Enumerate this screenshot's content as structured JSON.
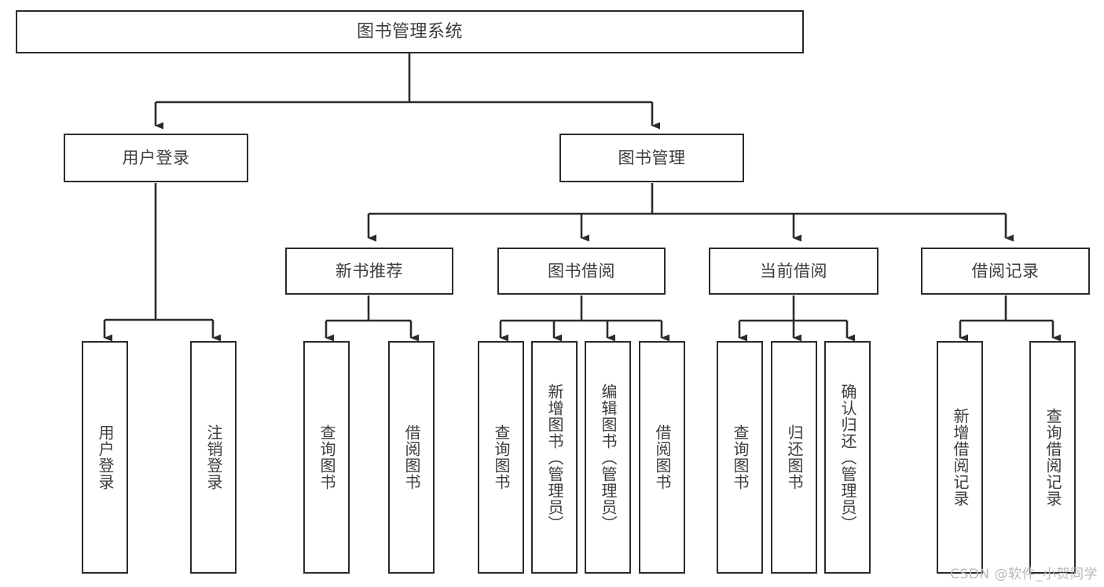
{
  "diagram": {
    "title": "图书管理系统",
    "type": "tree-hierarchy-diagram",
    "stroke_color": "#2b2b2b",
    "text_color": "#3d3d3d",
    "background_color": "#ffffff",
    "nodes": {
      "root": {
        "label": "图书管理系统"
      },
      "level2": [
        {
          "id": "user-login",
          "label": "用户登录"
        },
        {
          "id": "book-management",
          "label": "图书管理"
        }
      ],
      "level3": [
        {
          "id": "new-book-recommend",
          "label": "新书推荐"
        },
        {
          "id": "book-borrow",
          "label": "图书借阅"
        },
        {
          "id": "current-borrow",
          "label": "当前借阅"
        },
        {
          "id": "borrow-record",
          "label": "借阅记录"
        }
      ],
      "leaves": [
        {
          "id": "leaf-user-login",
          "label": "用户登录"
        },
        {
          "id": "leaf-logout-login",
          "label": "注销登录"
        },
        {
          "id": "leaf-query-book-1",
          "label": "查询图书"
        },
        {
          "id": "leaf-borrow-book-1",
          "label": "借阅图书"
        },
        {
          "id": "leaf-query-book-2",
          "label": "查询图书"
        },
        {
          "id": "leaf-add-book",
          "label": "新增图书（管理员）"
        },
        {
          "id": "leaf-edit-book",
          "label": "编辑图书（管理员）"
        },
        {
          "id": "leaf-borrow-book-2",
          "label": "借阅图书"
        },
        {
          "id": "leaf-query-book-3",
          "label": "查询图书"
        },
        {
          "id": "leaf-return-book",
          "label": "归还图书"
        },
        {
          "id": "leaf-confirm-return",
          "label": "确认归还（管理员）"
        },
        {
          "id": "leaf-add-borrow-record",
          "label": "新增借阅记录"
        },
        {
          "id": "leaf-query-borrow-record",
          "label": "查询借阅记录"
        }
      ]
    },
    "watermark": "CSDN @软件_小贺同学"
  }
}
